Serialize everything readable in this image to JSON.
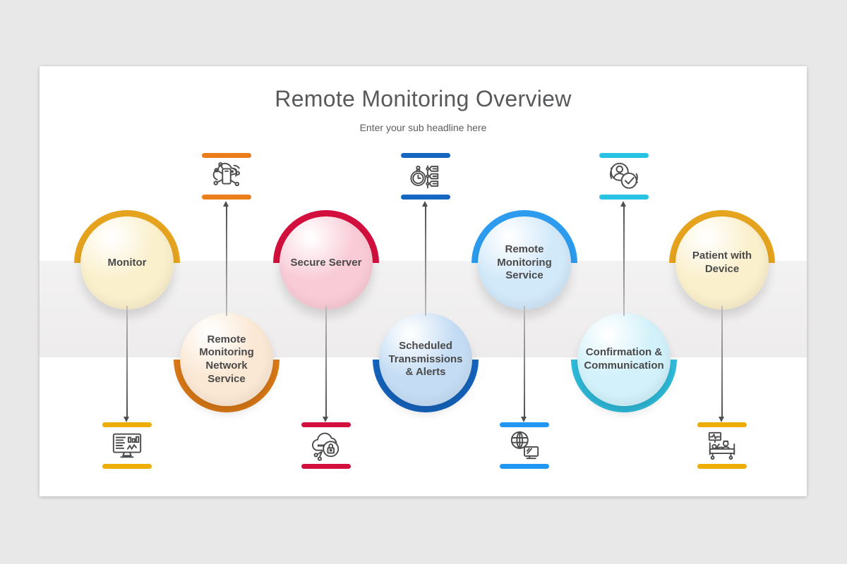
{
  "page_background": "#e9e8e8",
  "band_color": "#f2f1f1",
  "arrow_color": "#4f4f4f",
  "slide": {
    "title": "Remote Monitoring Overview",
    "subtitle": "Enter your sub headline here"
  },
  "steps": [
    {
      "label": "Monitor",
      "row": "top",
      "icon": "monitor-dashboard-icon",
      "ring": "#E6A41E",
      "fill": "#FBF0CC",
      "bar": "#ECAD09"
    },
    {
      "label": "Remote Monitoring Network Service",
      "row": "bottom",
      "icon": "cloud-mobile-network-icon",
      "ring": "#DD7A17",
      "fill": "#FBE8D4",
      "bar": "#EB7D1B"
    },
    {
      "label": "Secure Server",
      "row": "top",
      "icon": "secure-cloud-lock-icon",
      "ring": "#D20F3D",
      "fill": "#F9CBD7",
      "bar": "#D20F3D"
    },
    {
      "label": "Scheduled Transmissions & Alerts",
      "row": "bottom",
      "icon": "schedule-alerts-icon",
      "ring": "#1565C0",
      "fill": "#C5DDF4",
      "bar": "#1567C2"
    },
    {
      "label": "Remote Monitoring Service",
      "row": "top",
      "icon": "globe-monitor-icon",
      "ring": "#2D9CEF",
      "fill": "#D2E9FA",
      "bar": "#2196F3"
    },
    {
      "label": "Confirmation & Communication",
      "row": "bottom",
      "icon": "user-check-sync-icon",
      "ring": "#2FBEDD",
      "fill": "#D2F1FA",
      "bar": "#28C3E2"
    },
    {
      "label": "Patient with Device",
      "row": "top",
      "icon": "patient-bed-icon",
      "ring": "#E6A41E",
      "fill": "#FBF0CC",
      "bar": "#ECAD09"
    }
  ]
}
